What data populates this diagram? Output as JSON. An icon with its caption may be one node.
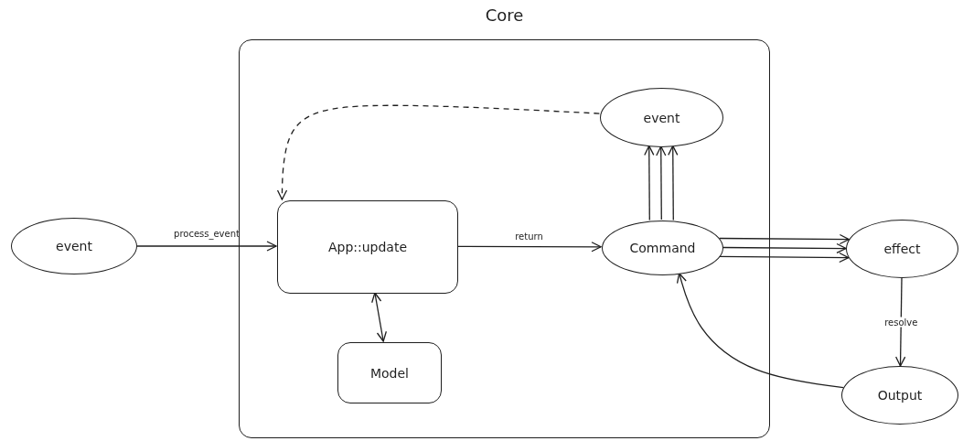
{
  "diagram": {
    "nodes": [
      {
        "text": [
          "Core"
        ]
      },
      {
        "text": [
          "event"
        ]
      },
      {
        "text": [
          "App::update"
        ],
        "in": 0
      },
      {
        "text": [
          "Model"
        ],
        "in": 0
      },
      {
        "text": [
          "event"
        ],
        "in": 0
      },
      {
        "text": [
          "Command"
        ],
        "in": 0
      },
      {
        "text": [
          "effect"
        ]
      },
      {
        "text": [
          "Output"
        ]
      }
    ],
    "edges": [
      {
        "from": 1,
        "to": 2,
        "label": "process_event",
        "arrow": "to"
      },
      {
        "from": 2,
        "to": 5,
        "label": "return",
        "arrow": "to"
      },
      {
        "from": 2,
        "to": 3,
        "arrow": "both"
      },
      {
        "from": 4,
        "to": 2,
        "arrow": "to",
        "style": "dashed"
      },
      {
        "from": 5,
        "to": 4,
        "arrow": "to"
      },
      {
        "from": 5,
        "to": 4,
        "arrow": "to"
      },
      {
        "from": 5,
        "to": 4,
        "arrow": "to"
      },
      {
        "from": 5,
        "to": 6,
        "arrow": "to"
      },
      {
        "from": 5,
        "to": 6,
        "arrow": "to"
      },
      {
        "from": 5,
        "to": 6,
        "arrow": "to"
      },
      {
        "from": 6,
        "to": 7,
        "label": "resolve",
        "arrow": "to"
      },
      {
        "from": 7,
        "to": 5,
        "arrow": "to"
      }
    ]
  }
}
